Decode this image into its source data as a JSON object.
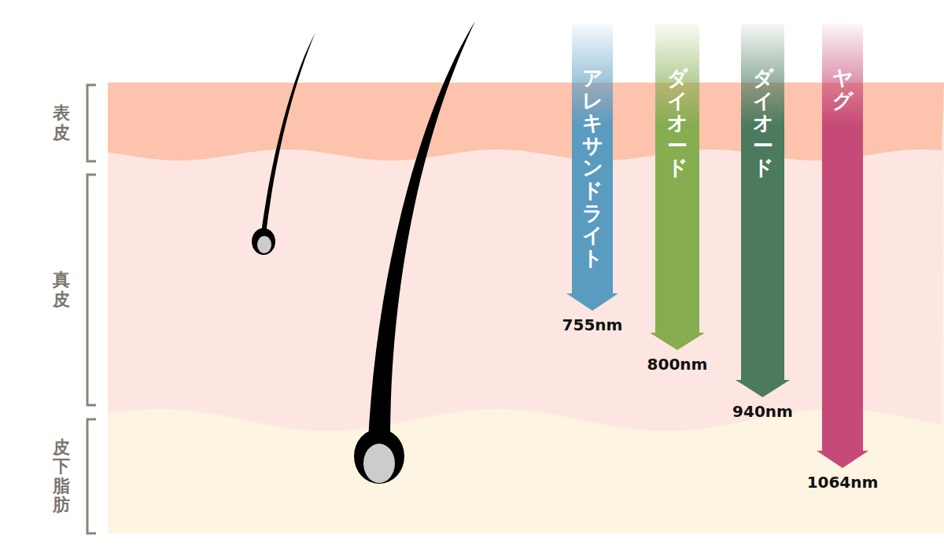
{
  "diagram": {
    "nodes": [
      {
        "text": [
          "表皮"
        ]
      },
      {
        "text": [
          "真皮"
        ]
      },
      {
        "text": [
          "皮下脂肪"
        ]
      },
      {
        "text": [
          "アレキサンドライト",
          "755nm"
        ]
      },
      {
        "text": [
          "ダイオード",
          "800nm"
        ]
      },
      {
        "text": [
          "ダイオード",
          "940nm"
        ]
      },
      {
        "text": [
          "ヤグ",
          "1064nm"
        ]
      }
    ]
  }
}
